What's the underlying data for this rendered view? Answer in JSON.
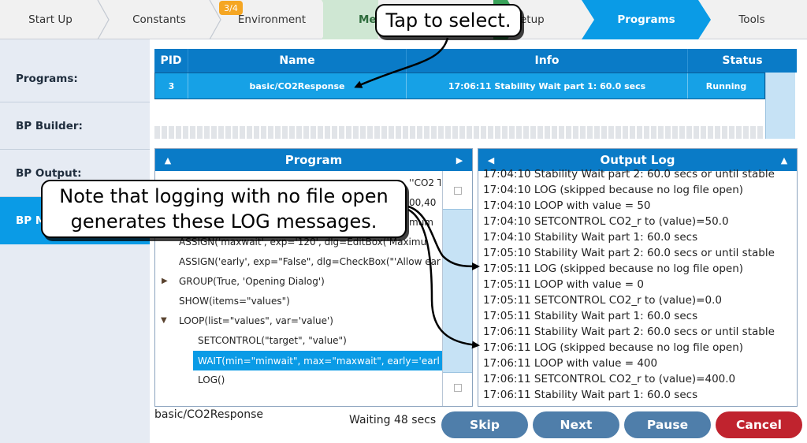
{
  "steps": [
    {
      "label": "Start Up",
      "state": "normal"
    },
    {
      "label": "Constants",
      "state": "normal"
    },
    {
      "label": "Environment",
      "state": "normal",
      "badge": "3/4"
    },
    {
      "label": "Me",
      "state": "done"
    },
    {
      "label": "etup",
      "state": "normal"
    },
    {
      "label": "Programs",
      "state": "active"
    },
    {
      "label": "Tools",
      "state": "normal"
    }
  ],
  "sidebar": {
    "items": [
      {
        "label": "Programs:"
      },
      {
        "label": "BP Builder:"
      },
      {
        "label": "BP Output:"
      },
      {
        "label": "BP M"
      }
    ]
  },
  "process_table": {
    "headers": [
      "PID",
      "Name",
      "Info",
      "Status"
    ],
    "row": {
      "pid": "3",
      "name": "basic/CO2Response",
      "info": "17:06:11 Stability Wait part 1: 60.0 secs",
      "status": "Running"
    }
  },
  "program": {
    "title": "Program",
    "lines": [
      "''CO2 T",
      "00,40",
      "mum",
      "ASSIGN('maxwait', exp='120', dlg=EditBox('Maximu",
      "ASSIGN('early', exp=\"False\", dlg=CheckBox(\"'Allow ear",
      "GROUP(True, 'Opening Dialog')",
      "SHOW(items=\"values\")",
      "LOOP(list=\"values\", var='value')",
      "SETCONTROL(\"target\", \"value\")",
      "WAIT(min=\"minwait\", max=\"maxwait\", early='earl",
      "LOG()"
    ]
  },
  "output_log": {
    "title": "Output Log",
    "lines": [
      "17:04:10 Stability Wait part 2: 60.0 secs or until stable",
      "17:04:10 LOG (skipped because no log file open)",
      "17:04:10 LOOP with value = 50",
      "17:04:10 SETCONTROL CO2_r to (value)=50.0",
      "17:04:10 Stability Wait part 1: 60.0 secs",
      "17:05:10 Stability Wait part 2: 60.0 secs or until stable",
      "17:05:11 LOG (skipped because no log file open)",
      "17:05:11 LOOP with value = 0",
      "17:05:11 SETCONTROL CO2_r to (value)=0.0",
      "17:05:11 Stability Wait part 1: 60.0 secs",
      "17:06:11 Stability Wait part 2: 60.0 secs or until stable",
      "17:06:11 LOG (skipped because no log file open)",
      "17:06:11 LOOP with value = 400",
      "17:06:11 SETCONTROL CO2_r to (value)=400.0",
      "17:06:11 Stability Wait part 1: 60.0 secs"
    ]
  },
  "footer": {
    "file": "basic/CO2Response",
    "status": "Waiting 48 secs",
    "buttons": {
      "skip": "Skip",
      "next": "Next",
      "pause": "Pause",
      "cancel": "Cancel"
    }
  },
  "callouts": {
    "tap": "Tap to select.",
    "note_line1": "Note that logging with no file open",
    "note_line2": "generates these LOG messages."
  },
  "colors": {
    "header_blue": "#0a7bc7",
    "selected_blue": "#16a1e6",
    "active_step": "#0a9be6",
    "done_step": "#cfe7d3",
    "button_blue": "#4f7eaa",
    "cancel_red": "#c0232e"
  }
}
